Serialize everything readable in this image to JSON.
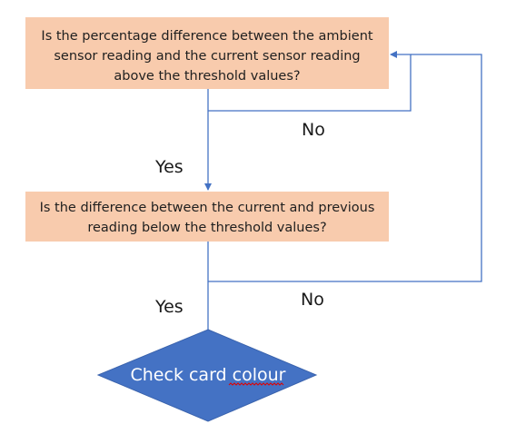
{
  "diagram": {
    "question_1": {
      "line_1": "Is the percentage difference between the ambient",
      "line_2": "sensor reading and the current sensor reading",
      "line_3": "above the threshold values?"
    },
    "question_2": {
      "line_1": "Is the difference between the current and previous",
      "line_2": "reading below the threshold values?"
    },
    "action": {
      "prefix": "Check card ",
      "suffix": "colour"
    },
    "labels": {
      "no_1": "No",
      "yes_1": "Yes",
      "no_2": "No",
      "yes_2": "Yes"
    },
    "colors": {
      "box_fill": "#f8cbad",
      "diamond_fill": "#4472c4",
      "connector": "#4472c4",
      "spellcheck_underline": "#e00000"
    }
  }
}
